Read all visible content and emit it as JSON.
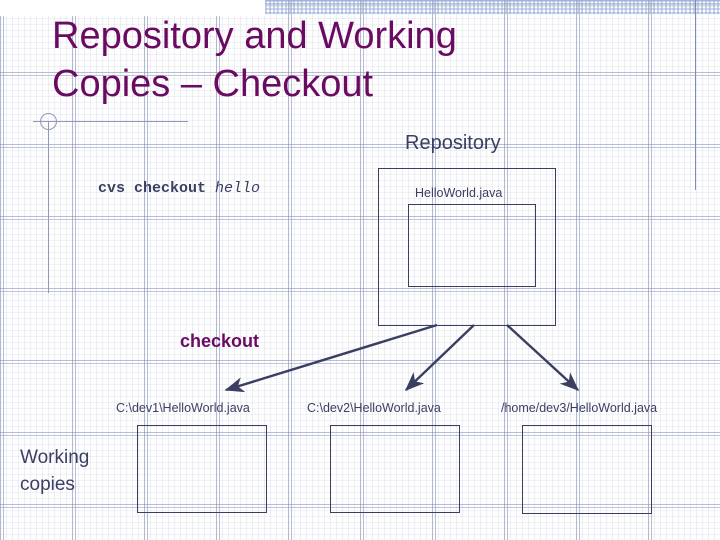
{
  "slide": {
    "title": "Repository and Working\nCopies – Checkout",
    "title_color": "#6b0a61",
    "body_color": "#3a3f62",
    "grid_color": "#8e9ab8"
  },
  "command": {
    "program": "cvs checkout",
    "argument": "hello"
  },
  "repository": {
    "label": "Repository",
    "file_label": "HelloWorld.java"
  },
  "operation": {
    "label": "checkout"
  },
  "working": {
    "caption": "Working\ncopies",
    "copies": [
      {
        "path": "C:\\dev1\\HelloWorld.java"
      },
      {
        "path": "C:\\dev2\\HelloWorld.java"
      },
      {
        "path": "/home/dev3/HelloWorld.java"
      }
    ]
  }
}
